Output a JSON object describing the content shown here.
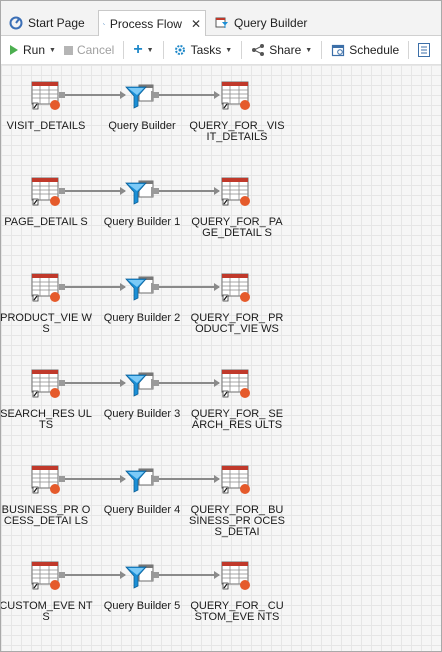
{
  "tabs": [
    {
      "label": "Start Page",
      "icon": "start-page-icon",
      "active": false
    },
    {
      "label": "Process Flow",
      "icon": "process-flow-icon",
      "active": true
    },
    {
      "label": "Query Builder",
      "icon": "query-builder-icon",
      "active": false
    }
  ],
  "toolbar": {
    "run": "Run",
    "cancel": "Cancel",
    "add": "+",
    "tasks": "Tasks",
    "share": "Share",
    "schedule": "Schedule"
  },
  "flows": [
    {
      "source": "VISIT_DETAILS",
      "query": "Query Builder",
      "output": "QUERY_FOR_ VISIT_DETAILS"
    },
    {
      "source": "PAGE_DETAIL S",
      "query": "Query Builder 1",
      "output": "QUERY_FOR_ PAGE_DETAIL S"
    },
    {
      "source": "PRODUCT_VIE WS",
      "query": "Query Builder 2",
      "output": "QUERY_FOR_ PRODUCT_VIE WS"
    },
    {
      "source": "SEARCH_RES ULTS",
      "query": "Query Builder 3",
      "output": "QUERY_FOR_ SEARCH_RES ULTS"
    },
    {
      "source": "BUSINESS_PR OCESS_DETAI LS",
      "query": "Query Builder 4",
      "output": "QUERY_FOR_ BUSINESS_PR OCESS_DETAI"
    },
    {
      "source": "CUSTOM_EVE NTS",
      "query": "Query Builder 5",
      "output": "QUERY_FOR_ CUSTOM_EVE NTS"
    }
  ],
  "colors": {
    "accent": "#1e88c9",
    "table_header": "#c0392b",
    "orange_dot": "#e55a2b",
    "filter": "#1b8fd6"
  }
}
